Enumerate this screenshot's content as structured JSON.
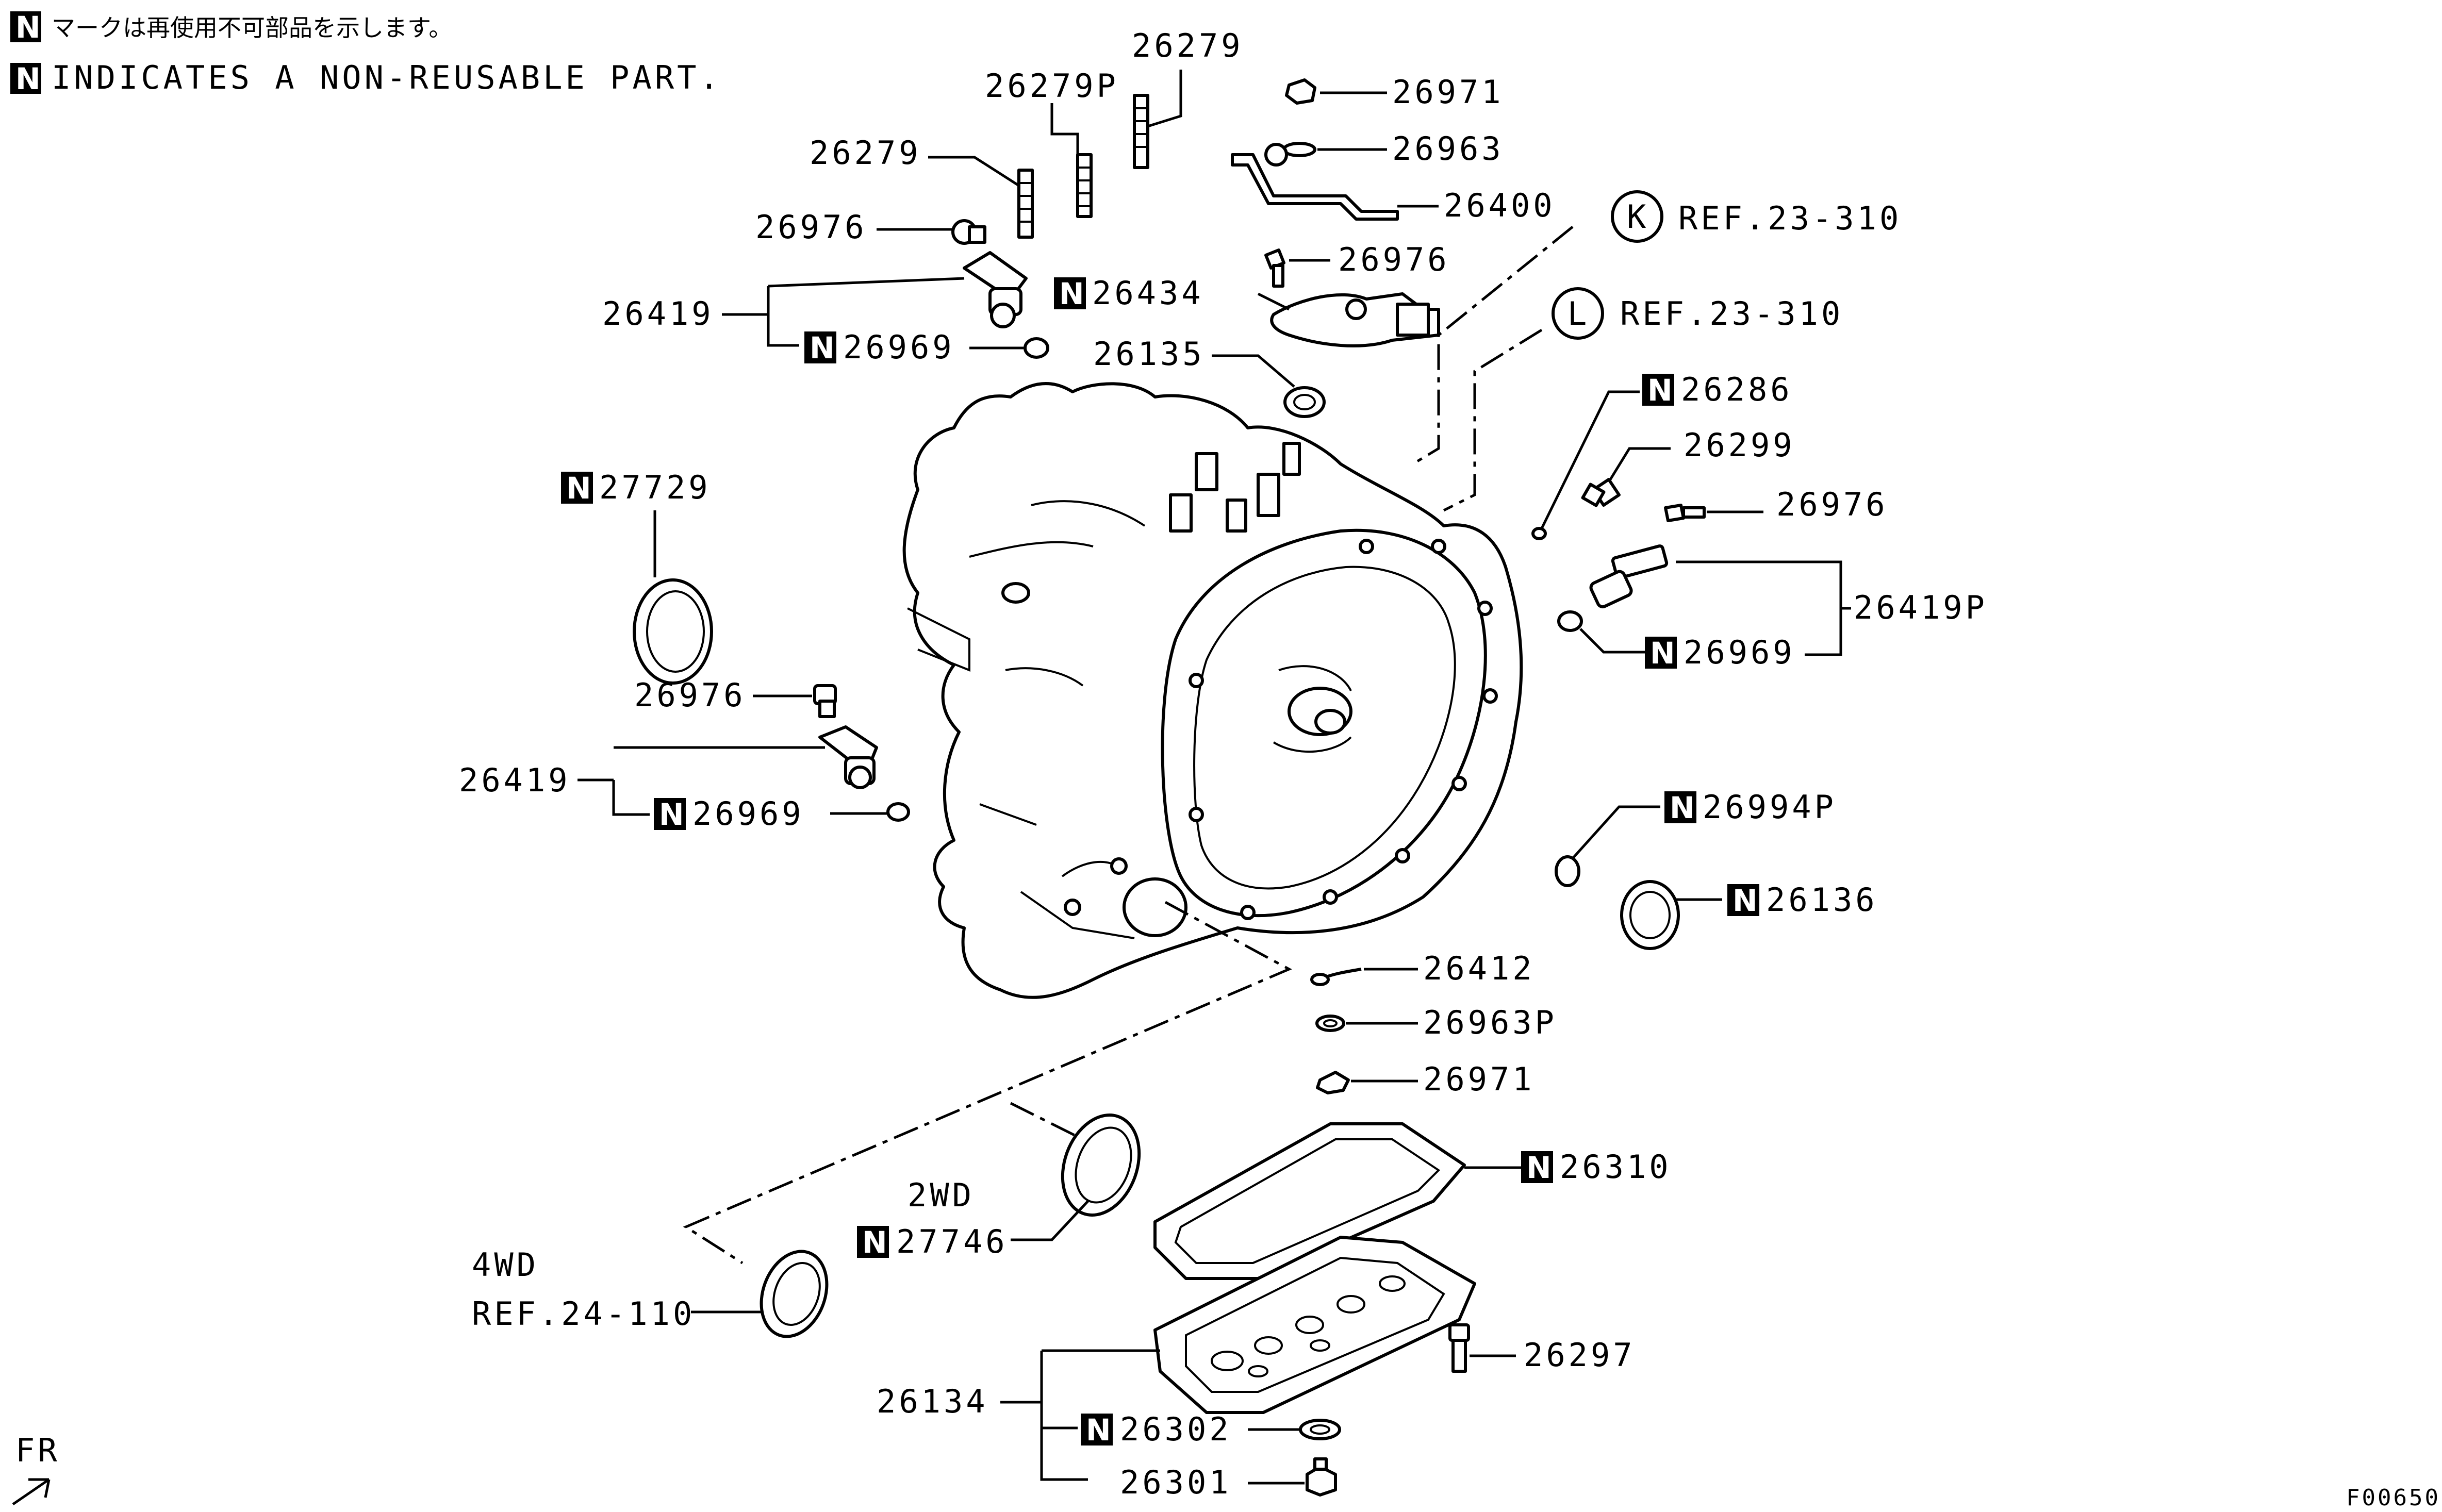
{
  "legend": {
    "line1_text": "マークは再使用不可部品を示します。",
    "line2_text": "INDICATES A NON-REUSABLE PART.",
    "badge": "N"
  },
  "labels": {
    "p26279_top": "26279",
    "p26279P": "26279P",
    "p26279_left": "26279",
    "p26971_top": "26971",
    "p26963": "26963",
    "p26400": "26400",
    "p26976_a": "26976",
    "p26976_b": "26976",
    "p26419_top": "26419",
    "p26969_top": "26969",
    "p26434": "26434",
    "p26135": "26135",
    "refK": "REF.23-310",
    "refL": "REF.23-310",
    "circleK": "K",
    "circleL": "L",
    "p26286": "26286",
    "p26299": "26299",
    "p26976_c": "26976",
    "p26419P": "26419P",
    "p26969_right": "26969",
    "p27729": "27729",
    "p26976_d": "26976",
    "p26419_mid": "26419",
    "p26969_mid": "26969",
    "p26994P": "26994P",
    "p26136": "26136",
    "p26412": "26412",
    "p26963P": "26963P",
    "p26971_bot": "26971",
    "p26310": "26310",
    "p2wd": "2WD",
    "p27746": "27746",
    "p4wd": "4WD",
    "ref24": "REF.24-110",
    "p26297": "26297",
    "p26134": "26134",
    "p26302": "26302",
    "p26301": "26301"
  },
  "footer": {
    "fr": "FR",
    "code": "F00650"
  }
}
